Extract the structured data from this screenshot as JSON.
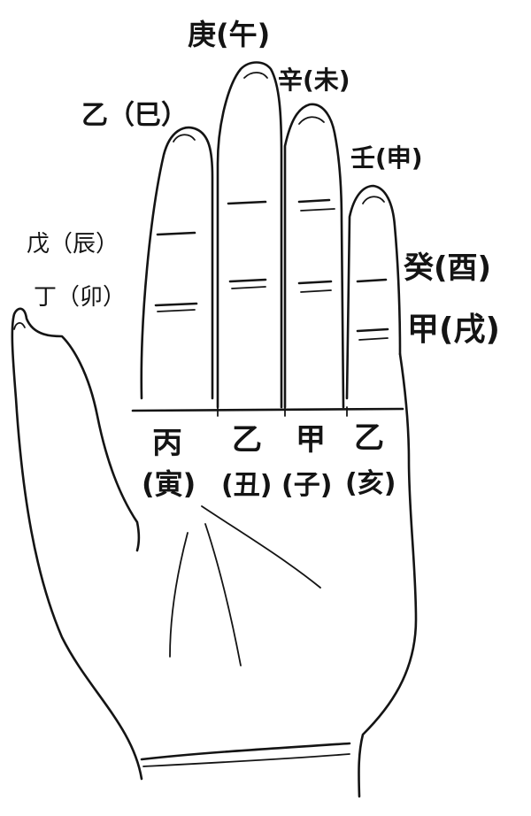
{
  "finger_tips": {
    "index": "乙（巳）",
    "middle": "庚(午)",
    "ring": "辛(未)",
    "little": "壬(申)"
  },
  "left_side": {
    "upper": "戊（辰）",
    "lower": "丁（卯）"
  },
  "right_side": {
    "upper": "癸(酉)",
    "lower": "甲(戌)"
  },
  "finger_bases": [
    {
      "stem": "丙",
      "branch": "(寅)"
    },
    {
      "stem": "乙",
      "branch": "(丑)"
    },
    {
      "stem": "甲",
      "branch": "(子)"
    },
    {
      "stem": "乙",
      "branch": "(亥)"
    }
  ]
}
